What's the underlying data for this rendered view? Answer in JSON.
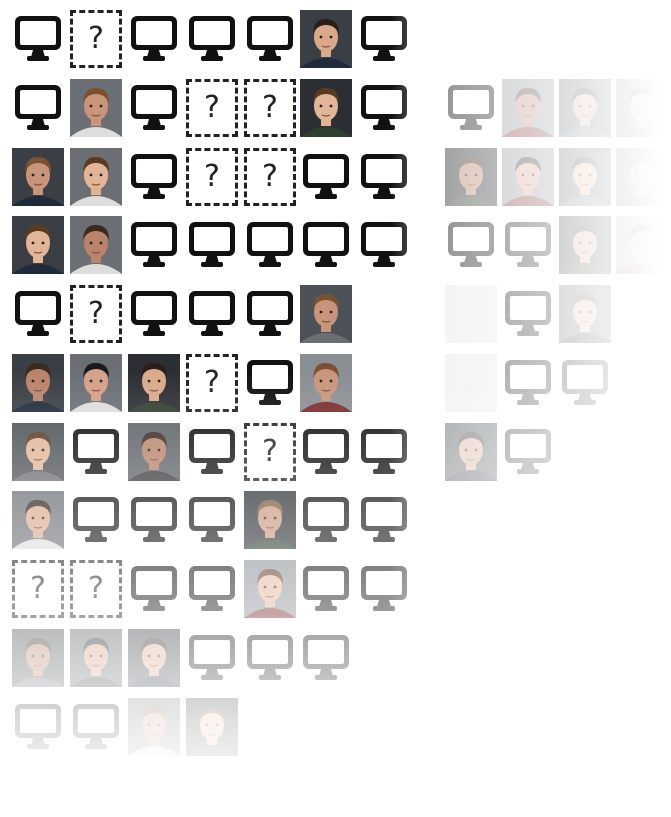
{
  "colors": {
    "icon": "#111111",
    "background": "#ffffff",
    "dashed_border": "#222222"
  },
  "legend": {
    "computer_icon_name": "monitor-icon",
    "unknown_icon_name": "question-mark-icon",
    "face_name": "face-photo"
  },
  "rows": [
    [
      "m",
      "q",
      "m",
      "m",
      "m",
      "f",
      "m"
    ],
    [
      "m",
      "f",
      "m",
      "q",
      "q",
      "f",
      "m",
      "",
      "m",
      "f",
      "f",
      "f"
    ],
    [
      "f",
      "f",
      "m",
      "q",
      "q",
      "m",
      "m",
      "",
      "f",
      "f",
      "f",
      "f"
    ],
    [
      "f",
      "f",
      "m",
      "m",
      "m",
      "m",
      "m",
      "",
      "m",
      "m",
      "f",
      "f"
    ],
    [
      "m",
      "q",
      "m",
      "m",
      "m",
      "f",
      "",
      "",
      "b",
      "m",
      "f",
      ""
    ],
    [
      "f",
      "f",
      "f",
      "q",
      "m",
      "f",
      "",
      "",
      "b",
      "m",
      "m",
      ""
    ],
    [
      "f",
      "m",
      "f",
      "m",
      "q",
      "m",
      "m",
      "",
      "f",
      "m",
      "",
      ""
    ],
    [
      "f",
      "m",
      "m",
      "m",
      "f",
      "m",
      "m"
    ],
    [
      "q",
      "q",
      "m",
      "m",
      "f",
      "m",
      "m"
    ],
    [
      "f",
      "f",
      "f",
      "m",
      "m",
      "m",
      ""
    ],
    [
      "m",
      "m",
      "f",
      "f",
      "",
      "",
      ""
    ]
  ],
  "question_mark": "?"
}
